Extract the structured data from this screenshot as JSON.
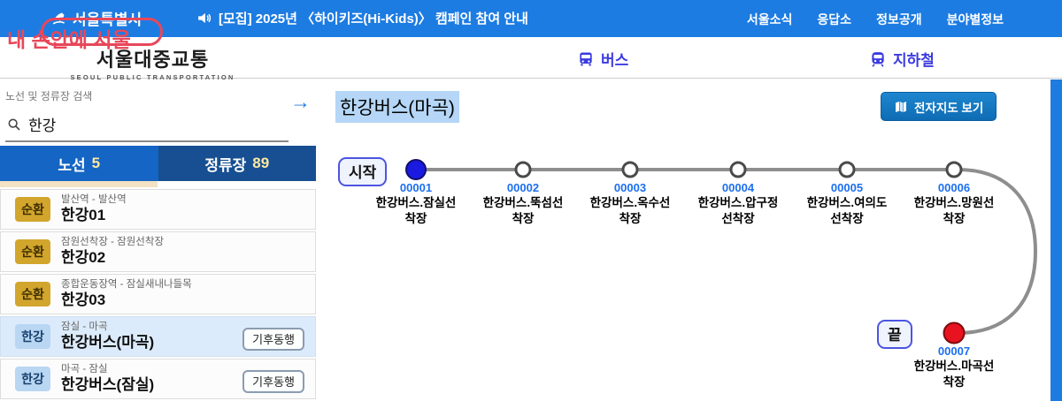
{
  "topbar": {
    "logo_text": "서울특별시",
    "announcement": "[모집] 2025년 〈하이키즈(Hi-Kids)〉 캠페인 참여 안내",
    "nav": [
      "서울소식",
      "응답소",
      "정보공개",
      "분야별정보"
    ]
  },
  "watermark": "내 손안에 서울",
  "brand": {
    "title": "서울대중교통",
    "subtitle": "SEOUL PUBLIC TRANSPORTATION"
  },
  "mode_tabs": {
    "bus": "버스",
    "subway": "지하철"
  },
  "sidebar": {
    "search_label": "노선 및 정류장 검색",
    "search_value": "한강",
    "tabs": [
      {
        "label": "노선",
        "count": "5"
      },
      {
        "label": "정류장",
        "count": "89"
      }
    ],
    "items": [
      {
        "badge": "순환",
        "subtitle": "발산역 - 발산역",
        "title": "한강01"
      },
      {
        "badge": "순환",
        "subtitle": "잠원선착장 - 잠원선착장",
        "title": "한강02"
      },
      {
        "badge": "순환",
        "subtitle": "종합운동장역 - 잠실새내나들목",
        "title": "한강03"
      },
      {
        "badge": "한강",
        "subtitle": "잠실 - 마곡",
        "title": "한강버스(마곡)",
        "tag": "기후동행"
      },
      {
        "badge": "한강",
        "subtitle": "마곡 - 잠실",
        "title": "한강버스(잠실)",
        "tag": "기후동행"
      }
    ]
  },
  "main": {
    "title": "한강버스(마곡)",
    "map_button": "전자지도 보기",
    "start_label": "시작",
    "end_label": "끝",
    "stations": [
      {
        "id": "00001",
        "name": "한강버스.잠실선\n착장"
      },
      {
        "id": "00002",
        "name": "한강버스.뚝섬선\n착장"
      },
      {
        "id": "00003",
        "name": "한강버스.옥수선\n착장"
      },
      {
        "id": "00004",
        "name": "한강버스.압구정\n선착장"
      },
      {
        "id": "00005",
        "name": "한강버스.여의도\n선착장"
      },
      {
        "id": "00006",
        "name": "한강버스.망원선\n착장"
      },
      {
        "id": "00007",
        "name": "한강버스.마곡선\n착장"
      }
    ]
  },
  "colors": {
    "header_blue": "#1d7ce2",
    "mode_tab_blue": "#3b3be0",
    "tab_active_blue": "#1565c4",
    "tab_inactive_blue": "#174f92",
    "badge_gold": "#d2a52c",
    "badge_lightblue": "#b9d6f2",
    "start_dot": "#1a1ae0",
    "end_dot": "#e8131f",
    "station_number_blue": "#1b6ff0",
    "watermark_red": "#e8475a"
  }
}
